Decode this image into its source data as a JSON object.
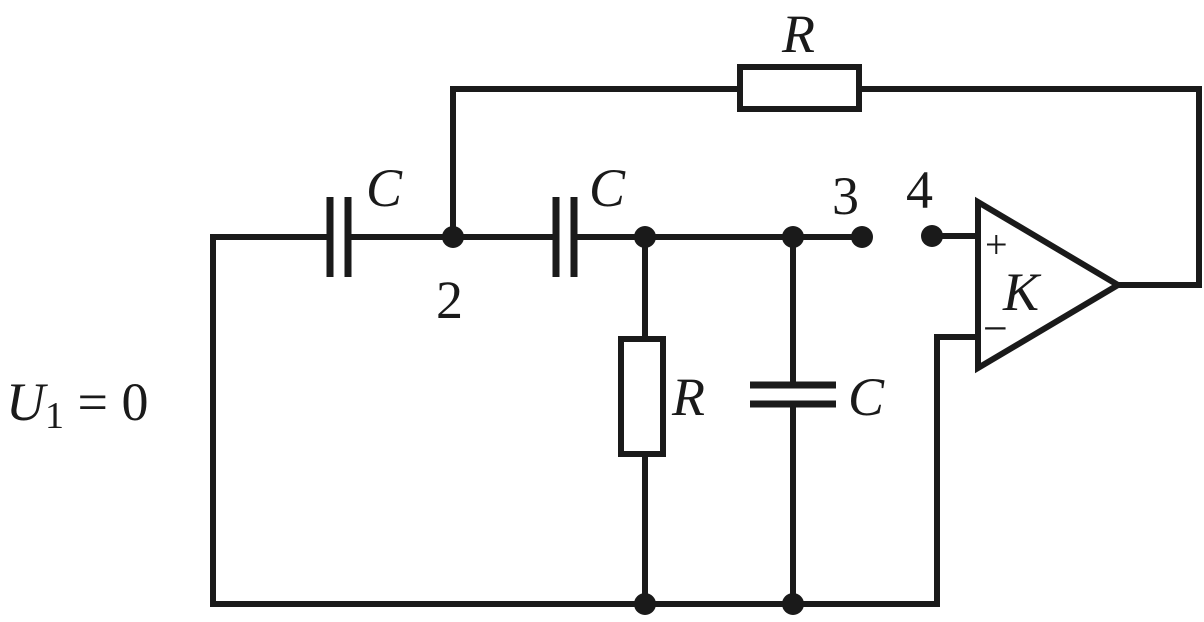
{
  "labels": {
    "feedback_resistor": "R",
    "capacitor_1": "C",
    "capacitor_2": "C",
    "shunt_resistor": "R",
    "shunt_capacitor": "C",
    "node_2": "2",
    "node_3": "3",
    "node_4": "4",
    "amplifier_gain": "K",
    "plus_sign": "+",
    "minus_sign": "−",
    "input_symbol": "U",
    "input_subscript": "1",
    "input_value": " = 0"
  },
  "colors": {
    "ink": "#1a1a1a",
    "background": "#ffffff"
  }
}
